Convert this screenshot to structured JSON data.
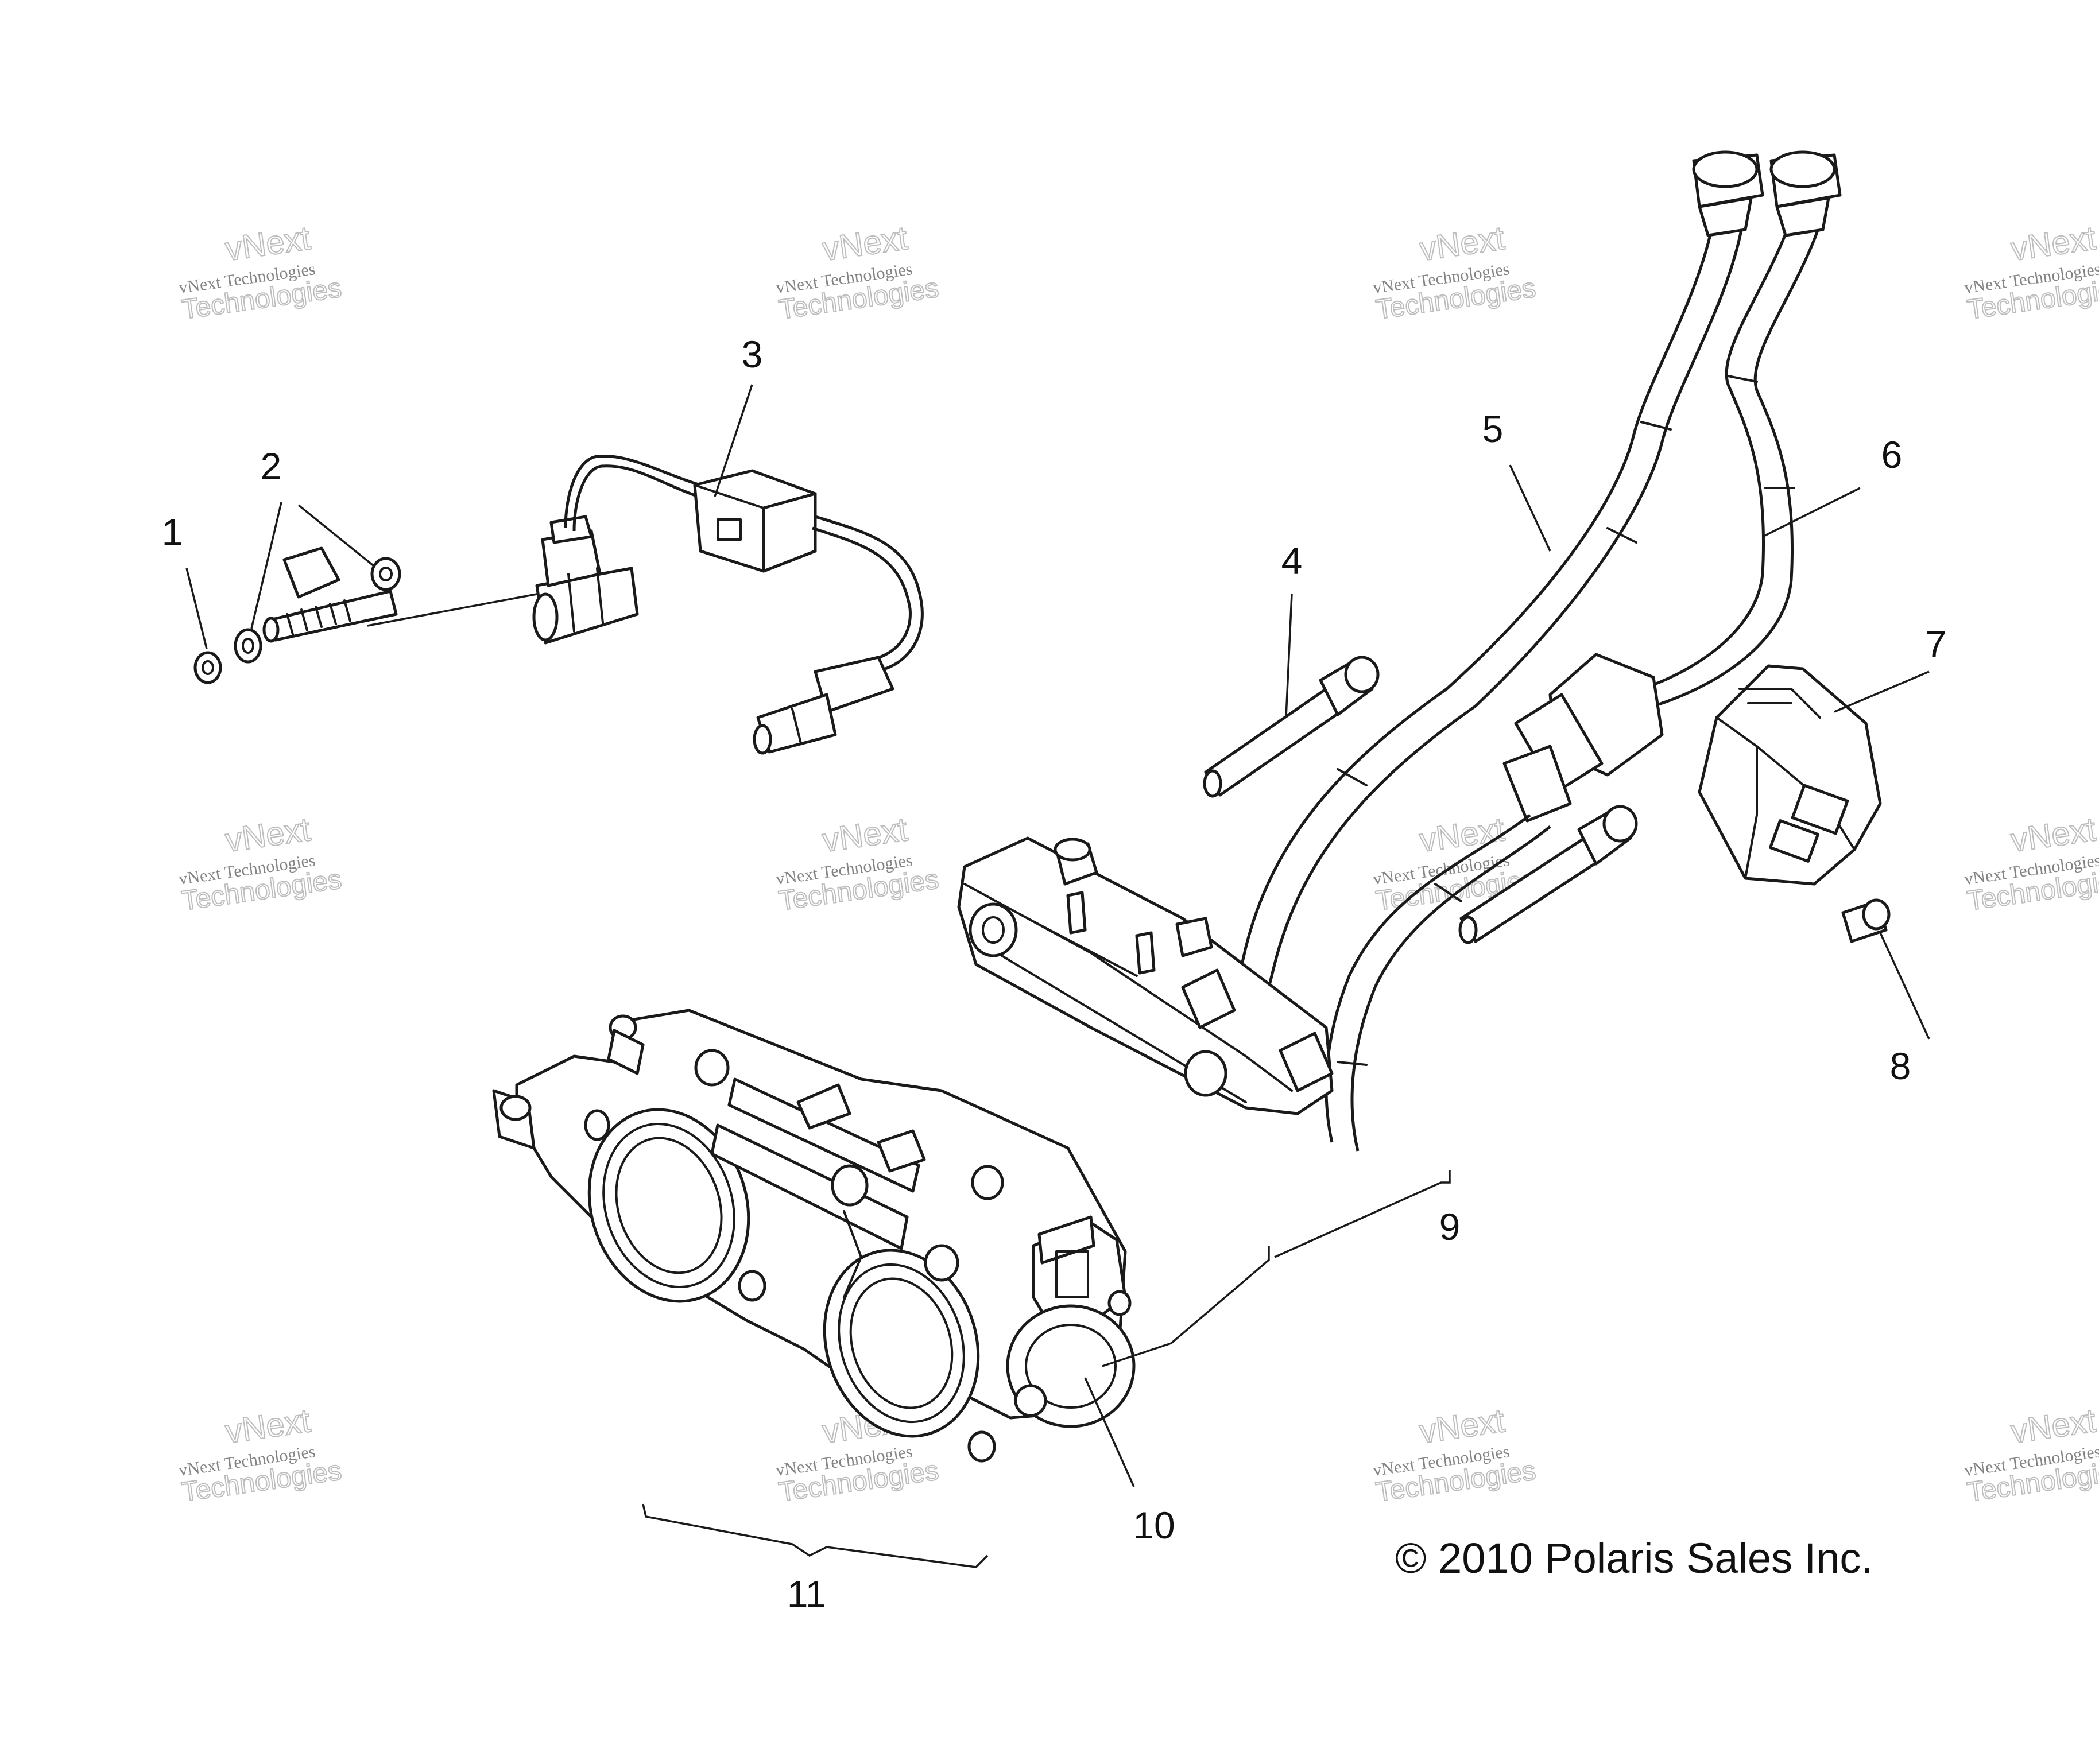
{
  "diagram": {
    "callouts": {
      "c1": "1",
      "c2": "2",
      "c3": "3",
      "c4": "4",
      "c5": "5",
      "c6": "6",
      "c7": "7",
      "c8": "8",
      "c9": "9",
      "c10": "10",
      "c11": "11"
    },
    "copyright": "© 2010 Polaris Sales Inc.",
    "watermark": {
      "line1": "vNext Technologies",
      "line2": "vNext",
      "line3": "Technologies"
    }
  }
}
